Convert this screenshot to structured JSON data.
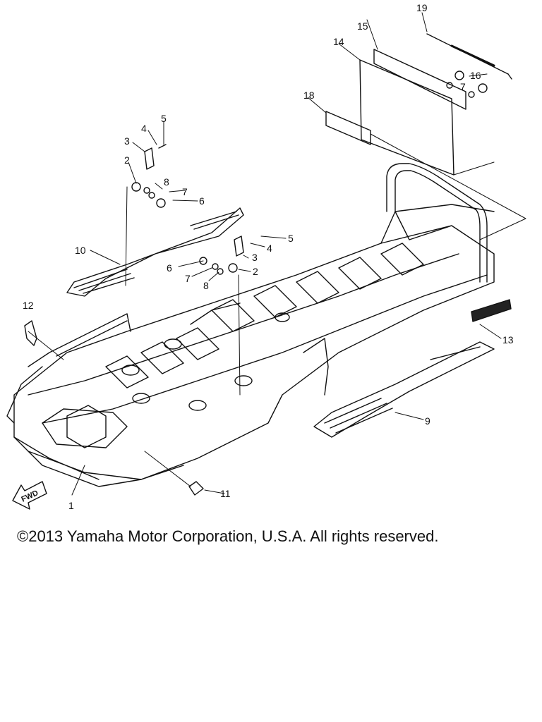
{
  "callouts": {
    "c1": "1",
    "c2a": "2",
    "c2b": "2",
    "c3a": "3",
    "c3b": "3",
    "c4a": "4",
    "c4b": "4",
    "c5a": "5",
    "c5b": "5",
    "c6a": "6",
    "c6b": "6",
    "c7a": "7",
    "c7b": "7",
    "c7c": "7",
    "c8a": "8",
    "c8b": "8",
    "c9": "9",
    "c10": "10",
    "c11": "11",
    "c12": "12",
    "c13": "13",
    "c14": "14",
    "c15": "15",
    "c16": "16",
    "c18": "18",
    "c19": "19"
  },
  "arrow": {
    "label": "FWD"
  },
  "footer": {
    "copyright": "©2013 Yamaha Motor Corporation, U.S.A. All rights reserved."
  },
  "colors": {
    "ink": "#111111",
    "background": "#ffffff"
  }
}
